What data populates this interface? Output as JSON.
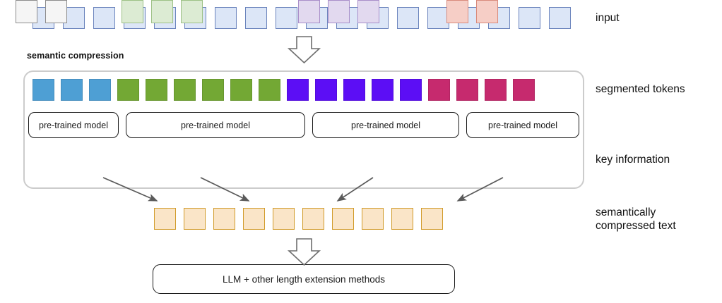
{
  "diagram": {
    "title_label": "semantic compression",
    "rows": {
      "input": {
        "label": "input",
        "count": 18,
        "fill": "#dce6f7",
        "stroke": "#6b84bd"
      },
      "segmented_tokens": {
        "label": "segmented tokens",
        "count": 18,
        "groups": [
          {
            "name": "group-blue",
            "count": 3,
            "color": "#4e9fd4"
          },
          {
            "name": "group-green",
            "count": 6,
            "color": "#73a834"
          },
          {
            "name": "group-purple",
            "count": 5,
            "color": "#5c0ef5"
          },
          {
            "name": "group-magenta",
            "count": 4,
            "color": "#c62a6e"
          }
        ]
      },
      "key_information": {
        "label": "key information",
        "count": 10,
        "groups": [
          {
            "name": "key-gray",
            "count": 2,
            "fill": "#f5f5f5",
            "stroke": "#8c8c8c"
          },
          {
            "name": "key-green",
            "count": 3,
            "fill": "#dcebd3",
            "stroke": "#9dc186"
          },
          {
            "name": "key-purple",
            "count": 3,
            "fill": "#e2d9ef",
            "stroke": "#a98ec9"
          },
          {
            "name": "key-red",
            "count": 2,
            "fill": "#f6cec6",
            "stroke": "#d98b7c"
          }
        ]
      },
      "semantically_compressed": {
        "label": "semantically\ncompressed text",
        "count": 10,
        "fill": "#fae5c8",
        "stroke": "#d19b2a"
      }
    },
    "pretrained_models": [
      {
        "label": "pre-trained model"
      },
      {
        "label": "pre-trained model"
      },
      {
        "label": "pre-trained model"
      },
      {
        "label": "pre-trained model"
      }
    ],
    "llm_box": {
      "label": "LLM + other length extension methods"
    },
    "arrows": {
      "top_block_arrow": "block-arrow-down-icon",
      "bottom_block_arrow": "block-arrow-down-icon",
      "connector_count": 4,
      "connector_icon": "arrow-diagonal-icon"
    },
    "colors": {
      "blue": "#4e9fd4",
      "green": "#73a834",
      "purple": "#5c0ef5",
      "magenta": "#c62a6e",
      "orange_fill": "#fae5c8",
      "orange_stroke": "#d19b2a",
      "input_fill": "#dce6f7",
      "input_stroke": "#6b84bd",
      "container_stroke": "#cccccc",
      "outline": "#1a1a1a",
      "arrow_gray": "#666666"
    }
  }
}
